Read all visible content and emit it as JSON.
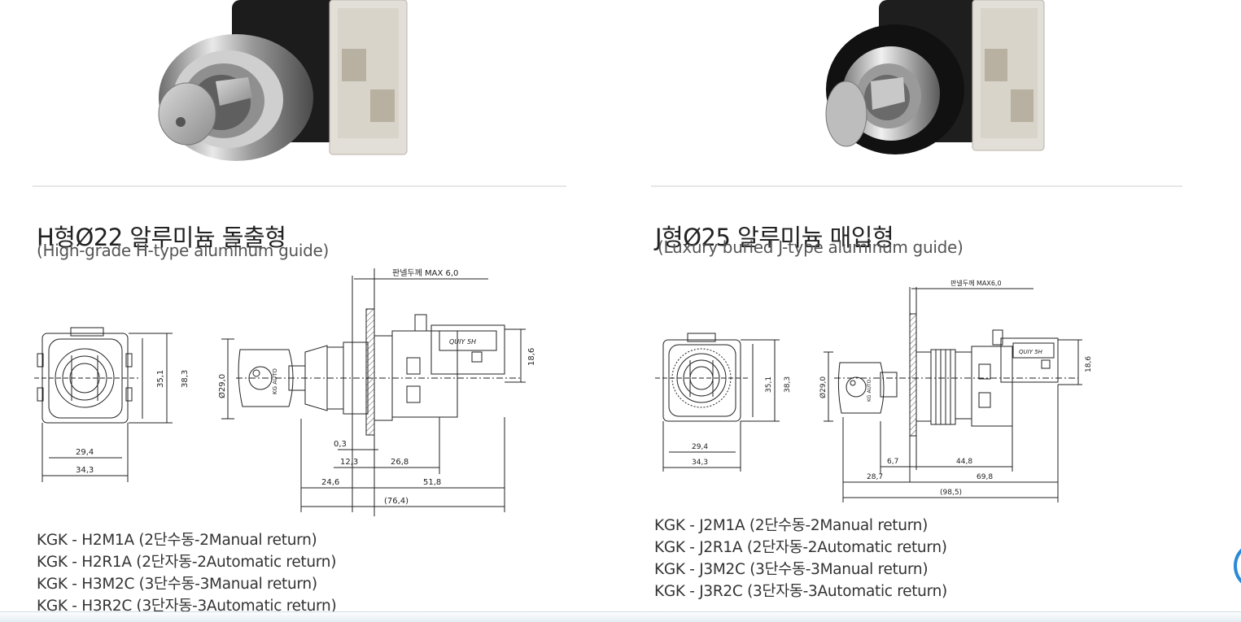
{
  "products": [
    {
      "id": "h-type",
      "title": "H형Ø22 알루미늄 돌출형",
      "subtitle": "(High-grade H-type aluminum guide)",
      "drawing": {
        "panel_label": "판넬두께 MAX 6,0",
        "dims": [
          "35,1",
          "38,3",
          "29,4",
          "34,3",
          "Ø29,0",
          "18,6",
          "0,3",
          "12,3",
          "26,8",
          "24,6",
          "51,8",
          "(76,4)"
        ],
        "brand_mark": "KG AUTO",
        "label_mark": "QUIY 5H"
      },
      "models": [
        "KGK - H2M1A (2단수동-2Manual return)",
        "KGK - H2R1A (2단자동-2Automatic return)",
        "KGK - H3M2C (3단수동-3Manual return)",
        "KGK - H3R2C (3단자동-3Automatic return)"
      ]
    },
    {
      "id": "j-type",
      "title": "J형Ø25 알루미늄 매입형",
      "subtitle": "(Luxury buried J-type aluminum guide)",
      "drawing": {
        "panel_label": "판넬두께 MAX6,0",
        "dims": [
          "35,1",
          "38,3",
          "29,4",
          "34,3",
          "Ø29,0",
          "18,6",
          "6,7",
          "44,8",
          "28,7",
          "69,8",
          "(98,5)"
        ],
        "brand_mark": "KG AUTO",
        "label_mark": "QUIY 5H"
      },
      "models": [
        "KGK - J2M1A (2단수동-2Manual return)",
        "KGK - J2R1A (2단자동-2Automatic return)",
        "KGK - J3M2C (3단수동-3Manual return)",
        "KGK - J3R2C (3단자동-3Automatic return)"
      ]
    }
  ]
}
